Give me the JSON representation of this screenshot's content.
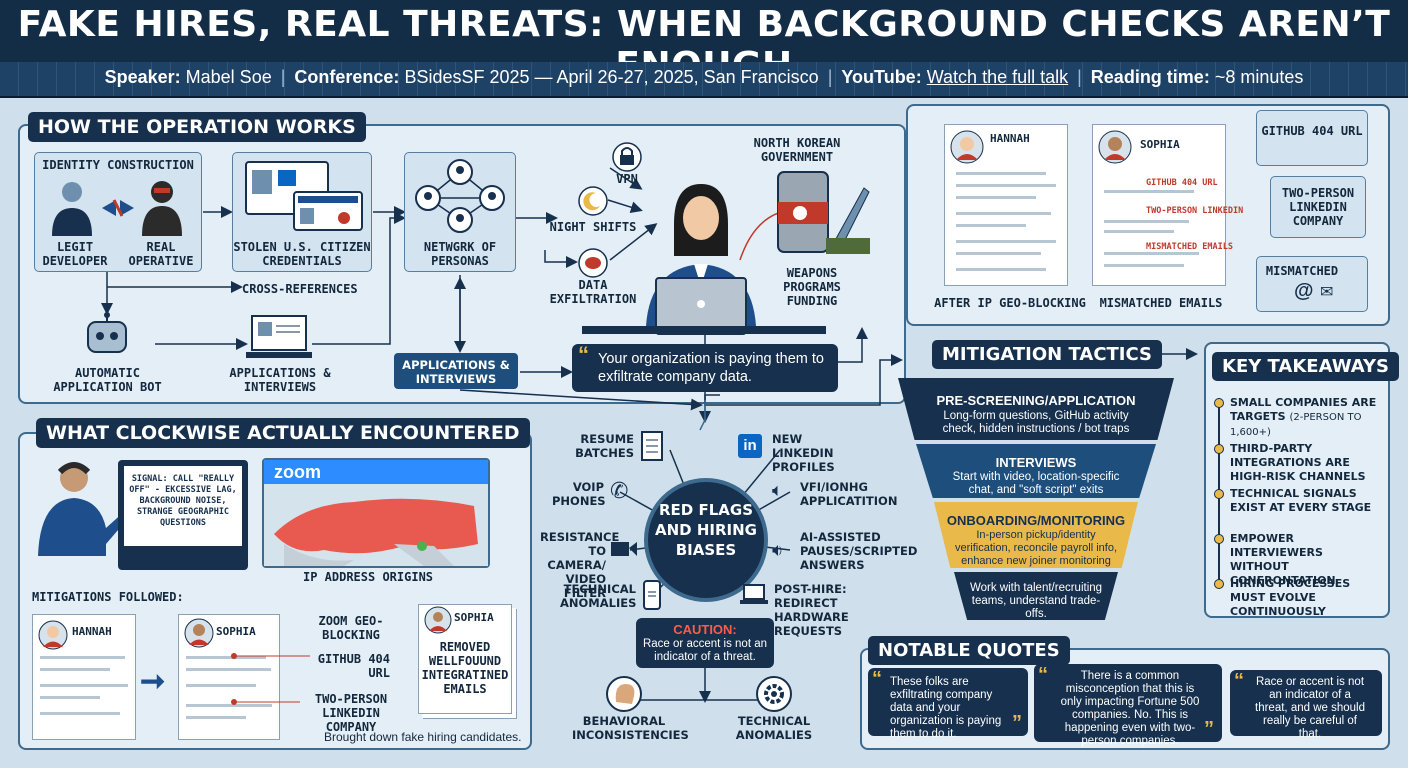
{
  "header": {
    "title": "FAKE HIRES, REAL THREATS: WHEN BACKGROUND CHECKS AREN’T ENOUGH",
    "speaker_label": "Speaker:",
    "speaker": "Mabel Soe",
    "conference_label": "Conference:",
    "conference": "BSidesSF 2025 — April 26-27, 2025, San Francisco",
    "youtube_label": "YouTube:",
    "youtube_link": "Watch the full talk",
    "reading_label": "Reading time:",
    "reading": "~8 minutes"
  },
  "operation": {
    "label": "HOW THE OPERATION WORKS",
    "identity_title": "IDENTITY CONSTRUCTION",
    "legit": "LEGIT DEVELOPER",
    "real": "REAL OPERATIVE",
    "stolen": "STOLEN U.S. CITIZEN CREDENTIALS",
    "network": "NETWGRK OF PERSONAS",
    "cross": "CROSS-REFERENCES",
    "bot": "AUTOMATIC APPLICATION BOT",
    "apps": "APPLICATIONS & INTERVIEWS",
    "apps_pill": "APPLICATIONS & INTERVIEWS",
    "vpn": "VPN",
    "night": "NIGHT SHIFTS",
    "exfil": "DATA EXFILTRATION",
    "nk": "NORTH KOREAN GOVERNMENT",
    "weapons": "WEAPONS PROGRAMS FUNDING",
    "quote": "Your organization is paying them to exfiltrate company data."
  },
  "resumes": {
    "hannah": "HANNAH",
    "sophia": "SOPHIA",
    "github": "GITHUB 404 URL",
    "twoperson": "TWO-PERSON LINKEDIN",
    "mismatch": "MISMATCHED EMAILS",
    "after": "AFTER IP GEO-BLOCKING",
    "mismatched": "MISMATCHED EMAILS",
    "c1": "GITHUB 404 URL",
    "c2": "TWO-PERSON LINKEDIN COMPANY",
    "c3": "MISMATCHED"
  },
  "clockwise": {
    "label": "WHAT CLOCKWISE ACTUALLY ENCOUNTERED",
    "signal": "SIGNAL: CALL \"REALLY OFF\" - EKCESSIVE LAG, BACKGROUND NOISE, STRANGE GEOGRAPHIC QUESTIONS",
    "zoom": "zoom",
    "ip": "IP ADDRESS ORIGINS",
    "mitig": "MITIGATIONS FOLLOWED:",
    "hannah": "HANNAH",
    "sophia": "SOPHIA",
    "sophia2": "SOPHIA",
    "zoomgeo": "ZOOM GEO-BLOCKING",
    "github": "GITHUB 404 URL",
    "twoperson": "TWO-PERSON LINKEDIN COMPANY",
    "removed": "REMOVED WELLFOUUND INTEGRATINED EMAILS",
    "brought": "Brought down fake hiring candidates."
  },
  "redflags": {
    "center": "RED FLAGS AND HIRING BIASES",
    "resume": "RESUME BATCHES",
    "linkedin": "NEW LINKEDIN PROFILES",
    "voip": "VOIP PHONES",
    "vfi": "VFI/IONHG APPLICATITION",
    "resist": "RESISTANCE TO CAMERA/ VIDEO FILTER",
    "ai": "AI-ASSISTED PAUSES/SCRIPTED ANSWERS",
    "tech": "TECHNICAL ANOMALIES",
    "post": "POST-HIRE: REDIRECT HARDWARE REQUESTS",
    "caution_title": "CAUTION:",
    "caution": "Race or accent is not an indicator of a threat.",
    "behav": "BEHAVIORAL INCONSISTENCIES",
    "tech2": "TECHNICAL ANOMALIES",
    "li": "in"
  },
  "mitigation": {
    "label": "MITIGATION TACTICS",
    "s1_title": "PRE-SCREENING/APPLICATION",
    "s1": "Long-form questions, GitHub activity check, hidden instructions / bot traps",
    "s2_title": "INTERVIEWS",
    "s2": "Start with video, location-specific chat, and \"soft script\" exits",
    "s3_title": "ONBOARDING/MONITORING",
    "s3": "In-person pickup/identity verification, reconcile payroll info, enhance new joiner monitoring",
    "s4": "Work with talent/recruiting teams, understand trade-offs."
  },
  "takeaways": {
    "label": "KEY TAKEAWAYS",
    "items": [
      {
        "main": "SMALL COMPANIES ARE TARGETS",
        "small": "(2-PERSON TO 1,600+)"
      },
      {
        "main": "THIRD-PARTY INTEGRATIONS ARE HIGH-RISK CHANNELS",
        "small": ""
      },
      {
        "main": "TECHNICAL SIGNALS EXIST AT EVERY STAGE",
        "small": ""
      },
      {
        "main": "EMPOWER INTERVIEWERS WITHOUT CONFRONTATION",
        "small": ""
      },
      {
        "main": "HIRING PROCESSES MUST EVOLVE CONTINUOUSLY",
        "small": ""
      }
    ]
  },
  "quotes": {
    "label": "NOTABLE QUOTES",
    "q1": "These folks are exfiltrating company data and your organization is paying them to do it.",
    "q2": "There is a common misconception that this is only impacting Fortune 500 companies. No. This is happening even with two-person companies.",
    "q3": "Race or accent is not an indicator of a threat, and we should really be careful of that."
  },
  "colors": {
    "navy": "#16304d",
    "accent_red": "#c0392b",
    "gold": "#e9b949",
    "bg": "#cfe0ec"
  }
}
